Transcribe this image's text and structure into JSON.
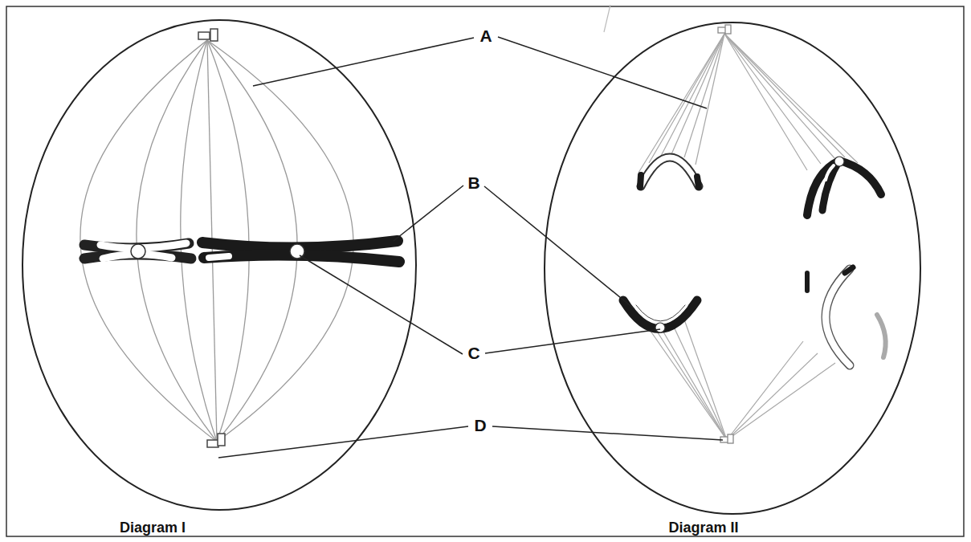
{
  "diagram": {
    "labels": [
      "A",
      "B",
      "C",
      "D",
      "Diagram I",
      "Diagram II"
    ]
  }
}
